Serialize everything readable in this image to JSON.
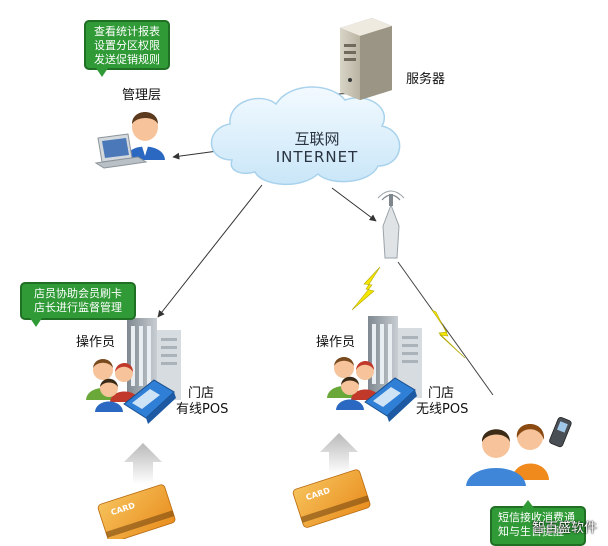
{
  "bubbles": {
    "management": [
      "查看统计报表",
      "设置分区权限",
      "发送促销规则"
    ],
    "store": [
      "店员协助会员刷卡",
      "店长进行监督管理"
    ],
    "sms": [
      "短信接收消费通",
      "知与生日提醒"
    ]
  },
  "labels": {
    "management": "管理层",
    "server": "服务器",
    "cloud_cn": "互联网",
    "cloud_en": "INTERNET",
    "operator_left": "操作员",
    "operator_right": "操作员",
    "store_wired_1": "门店",
    "store_wired_2": "有线POS",
    "store_wireless_1": "门店",
    "store_wireless_2": "无线POS",
    "card_left": "CARD",
    "card_right": "CARD"
  },
  "watermark": "智百盛软件",
  "colors": {
    "bubble_green": "#2f9a36",
    "cloud_blue": "#dff0fb",
    "lightning_yellow": "#f5e600",
    "pos_blue": "#2f7fd6",
    "card_orange": "#f0a62e"
  }
}
